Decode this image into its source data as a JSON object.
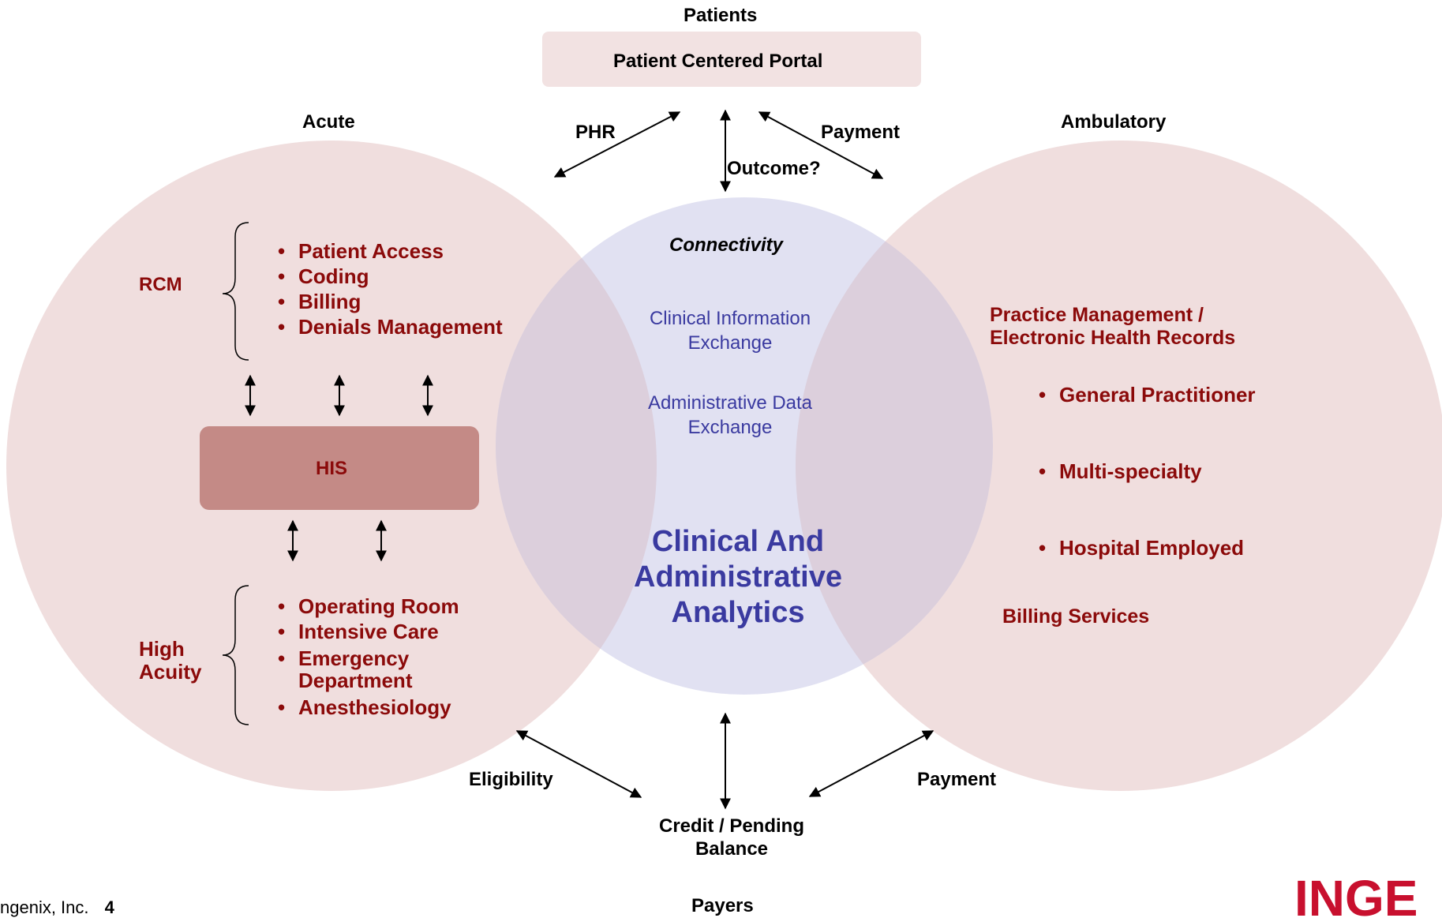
{
  "colors": {
    "circle_fill": "#f0dede",
    "center_fill": "#dcdcf0",
    "his_fill": "#c48a86",
    "portal_fill": "#f2e2e2",
    "red_text": "#8b0a0a",
    "blue_text": "#3a3aa0"
  },
  "top": {
    "patients": "Patients",
    "portal": "Patient Centered Portal",
    "phr": "PHR",
    "payment": "Payment",
    "outcome": "Outcome?"
  },
  "acute": {
    "title": "Acute",
    "rcm_label": "RCM",
    "rcm_items": [
      "Patient Access",
      "Coding",
      "Billing",
      "Denials Management"
    ],
    "his": "HIS",
    "high_acuity_label": [
      "High",
      "Acuity"
    ],
    "high_acuity_items": [
      {
        "line1": "Operating Room"
      },
      {
        "line1": "Intensive Care"
      },
      {
        "line1": "Emergency",
        "line2": "Department"
      },
      {
        "line1": "Anesthesiology"
      }
    ]
  },
  "center": {
    "connectivity": "Connectivity",
    "clinical_exchange": [
      "Clinical Information",
      "Exchange"
    ],
    "admin_exchange": [
      "Administrative Data",
      "Exchange"
    ],
    "analytics": [
      "Clinical And",
      "Administrative",
      "Analytics"
    ]
  },
  "ambulatory": {
    "title": "Ambulatory",
    "heading": [
      "Practice Management /",
      "Electronic Health Records"
    ],
    "items": [
      "General Practitioner",
      "Multi-specialty",
      "Hospital Employed"
    ],
    "billing": "Billing Services"
  },
  "bottom": {
    "eligibility": "Eligibility",
    "payment": "Payment",
    "credit": [
      "Credit / Pending",
      "Balance"
    ],
    "payers": "Payers"
  },
  "footer": {
    "copyright": "ngenix, Inc.",
    "page_number": "4",
    "logo_text": "INGE"
  }
}
